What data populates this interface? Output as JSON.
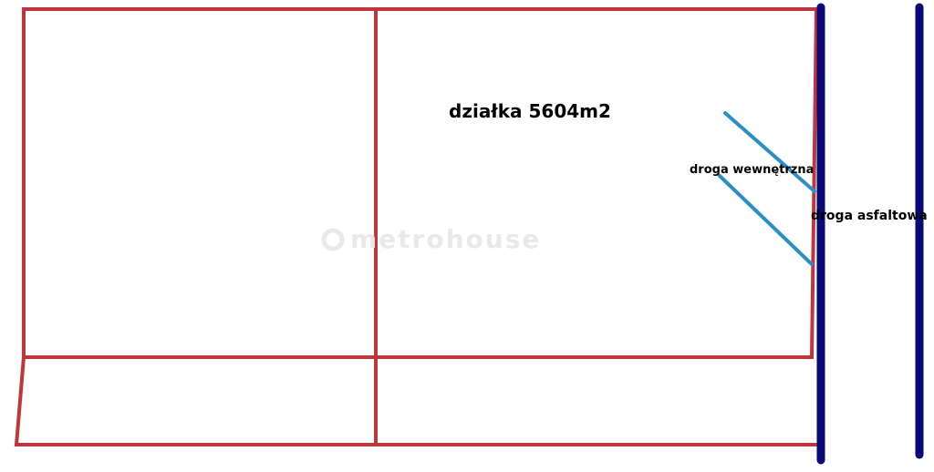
{
  "labels": {
    "plot_area": "działka 5604m2",
    "internal_road": "droga wewnętrzna",
    "asphalt_road": "droga asfaltowa"
  },
  "watermark": {
    "text": "metrohouse"
  },
  "colors": {
    "plot_boundary": "#c0373b",
    "asphalt_road": "#0a0a78",
    "internal_road": "#2a8fc4",
    "label_text": "#000000",
    "watermark": "#e9e9e9"
  }
}
